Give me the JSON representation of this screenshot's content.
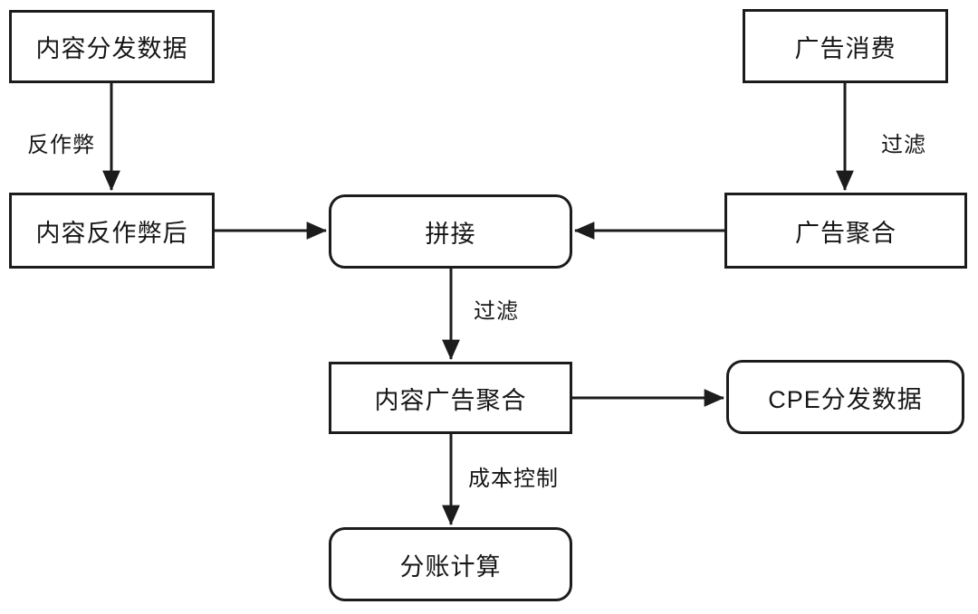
{
  "diagram": {
    "title": "content-ad-settlement-flowchart",
    "nodes": {
      "content_distribution_data": "内容分发数据",
      "ad_consumption": "广告消费",
      "content_anti_cheat": "内容反作弊后",
      "ad_aggregation": "广告聚合",
      "splice": "拼接",
      "content_ad_aggregation": "内容广告聚合",
      "cpe_distribution_data": "CPE分发数据",
      "settlement_calculation": "分账计算"
    },
    "edge_labels": {
      "anti_cheat": "反作弊",
      "filter_right": "过滤",
      "filter_center": "过滤",
      "cost_control": "成本控制"
    },
    "colors": {
      "stroke": "#1c1c1c",
      "background": "#ffffff",
      "text": "#161616"
    },
    "edges": [
      {
        "from": "content_distribution_data",
        "to": "content_anti_cheat",
        "label": "反作弊"
      },
      {
        "from": "ad_consumption",
        "to": "ad_aggregation",
        "label": "过滤"
      },
      {
        "from": "content_anti_cheat",
        "to": "splice",
        "label": ""
      },
      {
        "from": "ad_aggregation",
        "to": "splice",
        "label": ""
      },
      {
        "from": "splice",
        "to": "content_ad_aggregation",
        "label": "过滤"
      },
      {
        "from": "content_ad_aggregation",
        "to": "cpe_distribution_data",
        "label": ""
      },
      {
        "from": "content_ad_aggregation",
        "to": "settlement_calculation",
        "label": "成本控制"
      }
    ]
  }
}
